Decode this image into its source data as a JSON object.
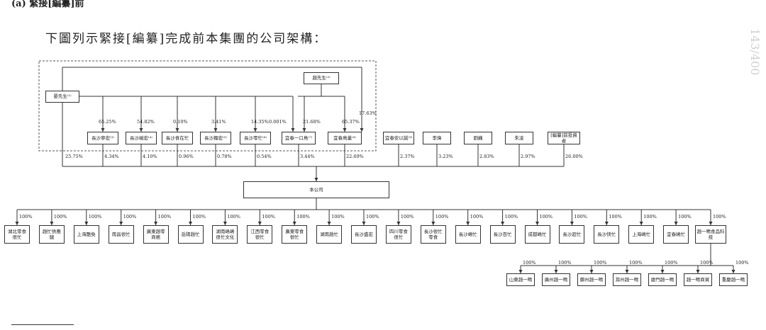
{
  "page": {
    "top_fragment": "(a) 緊接[編纂]前",
    "heading": "下圖列示緊接[編纂]完成前本集團的公司架構：",
    "page_number": "143/400"
  },
  "shareholders": {
    "yan": "晏先生⁽¹⁾",
    "zhao": "趙先生⁽²⁾",
    "platforms": [
      {
        "label": "長沙寧宏⁽³⁾",
        "pct_in": "65.25%",
        "pct_out": "4.34%"
      },
      {
        "label": "長沙磁宏⁽⁴⁾",
        "pct_in": "54.82%",
        "pct_out": "4.10%"
      },
      {
        "label": "長沙食在忙",
        "pct_in": "0.10%",
        "pct_out": "0.96%"
      },
      {
        "label": "長沙獨宏⁽⁵⁾",
        "pct_in": "3.41%",
        "pct_out": "0.78%"
      },
      {
        "label": "長沙零忙⁽⁶⁾",
        "pct_in": "14.35%",
        "pct_out": "0.54%"
      },
      {
        "label": "宜春一口鳥⁽⁷⁾",
        "pct_in": "0.001%",
        "pct_in2": "21.68%",
        "pct_out": "3.44%"
      },
      {
        "label": "宜春鳥巢⁽⁸⁾",
        "pct_in": "65.37%",
        "pct_out": "22.69%"
      }
    ],
    "yan_direct": "25.75%",
    "zhao_extra": "17.63%",
    "investors": [
      {
        "label": "宜春安以誠⁽⁹⁾",
        "pct": "2.37%"
      },
      {
        "label": "李煒",
        "pct": "3.23%"
      },
      {
        "label": "劉巍",
        "pct": "2.83%"
      },
      {
        "label": "朱凌",
        "pct": "2.97%"
      },
      {
        "label": "[編纂]前投資者",
        "pct": "26.00%"
      }
    ]
  },
  "company": "本公司",
  "subsidiaries": {
    "pct": "100%",
    "items": [
      "湖北零食很忙",
      "趙忙供應鏈",
      "上海艷奐",
      "南昌很忙",
      "廣東趙零商務",
      "岳陽趙忙",
      "湖南嶋嶋很忙文化",
      "江西零食很忙",
      "廣東零食很忙",
      "湖南趙忙",
      "長沙盛宏",
      "四川零食很忙",
      "長沙很忙零食",
      "長沙嶋忙",
      "長沙百忙",
      "成都嶋忙",
      "長沙超忙",
      "長沙快忙",
      "上海嶋忙",
      "宜春嶋忙",
      "趙一鳴食品科技"
    ]
  },
  "sub_subsidiaries": {
    "pct": "100%",
    "items": [
      "山東趙一鳴",
      "廣州趙一鳴",
      "鄭州趙一鳴",
      "滁州趙一鳴",
      "廈門趙一鳴",
      "趙一鳴商貿",
      "重慶趙一鳴"
    ]
  }
}
